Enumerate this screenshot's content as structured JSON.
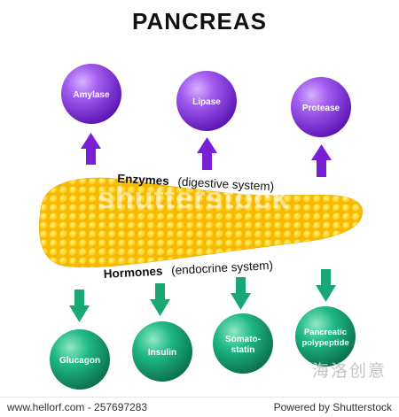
{
  "title": "PANCREAS",
  "enzymes": {
    "heading": "Enzymes",
    "note": "(digestive system)",
    "items": [
      "Amylase",
      "Lipase",
      "Protease"
    ]
  },
  "hormones": {
    "heading": "Hormones",
    "note": "(endocrine system)",
    "items": [
      {
        "line1": "Glucagon",
        "line2": ""
      },
      {
        "line1": "Insulin",
        "line2": ""
      },
      {
        "line1": "Somato-",
        "line2": "statin"
      },
      {
        "line1": "Pancreatic",
        "line2": "polypeptide"
      }
    ]
  },
  "colors": {
    "enzyme_bubble": "#8b39e0",
    "enzyme_arrow": "#7a1fd6",
    "hormone_bubble": "#15a575",
    "hormone_arrow": "#19a774",
    "pancreas": "#f5b800"
  },
  "watermarks": {
    "center": "shutterstock",
    "chinese": "海洛创意"
  },
  "footer": {
    "left": "www.hellorf.com - 257697283",
    "right": "Powered by Shutterstock"
  }
}
